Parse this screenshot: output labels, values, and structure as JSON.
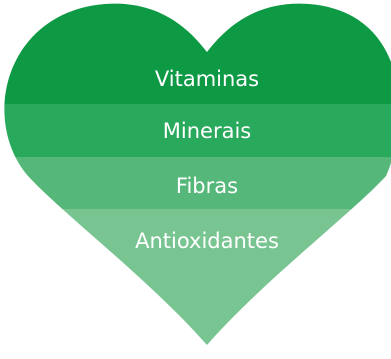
{
  "diagram": {
    "bands": [
      {
        "label": "Vitaminas",
        "color": "#0e9a45"
      },
      {
        "label": "Minerais",
        "color": "#28a95c"
      },
      {
        "label": "Fibras",
        "color": "#55b77a"
      },
      {
        "label": "Antioxidantes",
        "color": "#79c592"
      }
    ],
    "bottom_color": "#79c592",
    "text_color": "#ffffff"
  }
}
